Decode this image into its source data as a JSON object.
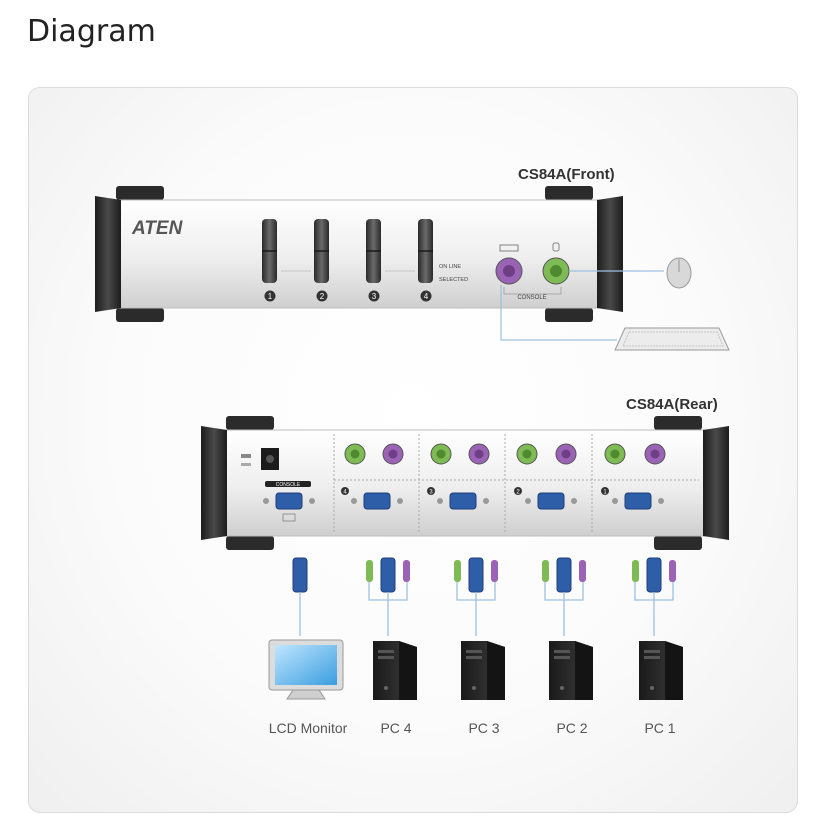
{
  "page": {
    "title": "Diagram"
  },
  "front": {
    "label": "CS84A(Front)",
    "brand": "ATEN",
    "port_numbers": [
      "1",
      "2",
      "3",
      "4"
    ],
    "legend_online": "ON LINE",
    "legend_selected": "SELECTED",
    "console_label": "CONSOLE"
  },
  "rear": {
    "label": "CS84A(Rear)",
    "console_label": "CONSOLE",
    "port_numbers": [
      "4",
      "3",
      "2",
      "1"
    ]
  },
  "devices": [
    {
      "label": "LCD Monitor",
      "icon": "monitor-icon"
    },
    {
      "label": "PC 4",
      "icon": "pc-tower-icon"
    },
    {
      "label": "PC 3",
      "icon": "pc-tower-icon"
    },
    {
      "label": "PC 2",
      "icon": "pc-tower-icon"
    },
    {
      "label": "PC 1",
      "icon": "pc-tower-icon"
    }
  ],
  "colors": {
    "ps2_keyboard": "#9b63b6",
    "ps2_mouse": "#7fbb54",
    "vga": "#2f5ea8",
    "chassis_end": "#2b2b2b"
  }
}
